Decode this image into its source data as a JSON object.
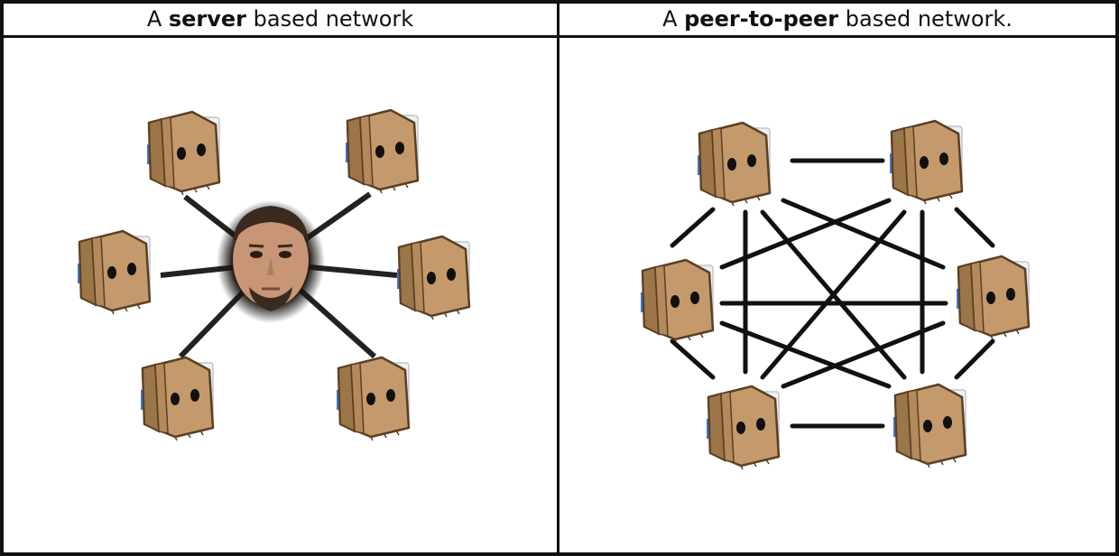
{
  "left_panel": {
    "title_prefix": "A ",
    "title_bold": "server",
    "title_suffix": " based network"
  },
  "right_panel": {
    "title_prefix": "A ",
    "title_bold": "peer-to-peer",
    "title_suffix": " based network."
  },
  "colors": {
    "bag": "#c49a6c",
    "bag_dark": "#9c7548",
    "bag_outline": "#5a3f22",
    "link": "#222222",
    "server_monitor": "#e6e9ee",
    "screen_blue": "#3a78d8"
  },
  "icons": {
    "client": "paper-bag-computer-icon",
    "server": "face-avatar-icon"
  }
}
